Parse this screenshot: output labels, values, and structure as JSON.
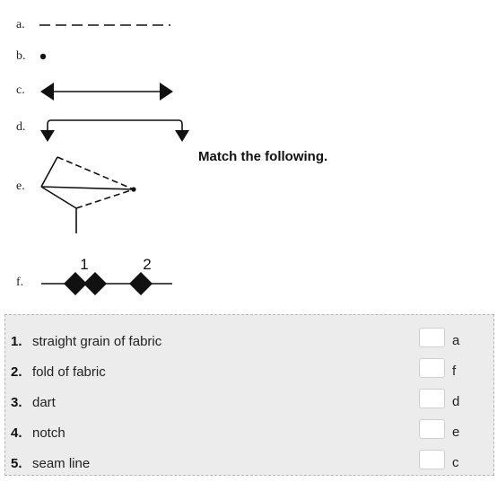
{
  "symbols": [
    {
      "letter": "a.",
      "icon": "dashed-line-icon"
    },
    {
      "letter": "b.",
      "icon": "dot-icon"
    },
    {
      "letter": "c.",
      "icon": "double-arrow-icon"
    },
    {
      "letter": "d.",
      "icon": "bracket-arrow-icon"
    },
    {
      "letter": "e.",
      "icon": "dart-icon"
    },
    {
      "letter": "f.",
      "icon": "notch-icon",
      "notch_labels": [
        "1",
        "2"
      ]
    }
  ],
  "instruction": "Match the following.",
  "items": [
    {
      "number": "1.",
      "term": "straight grain of fabric",
      "answer": "a"
    },
    {
      "number": "2.",
      "term": "fold of fabric",
      "answer": "f"
    },
    {
      "number": "3.",
      "term": "dart",
      "answer": "d"
    },
    {
      "number": "4.",
      "term": "notch",
      "answer": "e"
    },
    {
      "number": "5.",
      "term": "seam line",
      "answer": "c"
    }
  ]
}
